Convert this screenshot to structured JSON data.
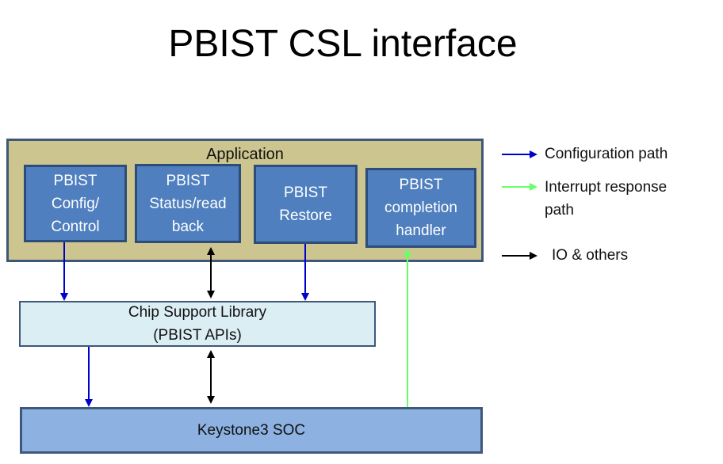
{
  "title": "PBIST CSL interface",
  "application": {
    "label": "Application",
    "modules": [
      {
        "lines": [
          "PBIST",
          "Config/",
          "Control"
        ]
      },
      {
        "lines": [
          "PBIST",
          "Status/read",
          "back"
        ]
      },
      {
        "lines": [
          "PBIST",
          "Restore"
        ]
      },
      {
        "lines": [
          "PBIST",
          "completion",
          "handler"
        ]
      }
    ]
  },
  "csl": {
    "line1": "Chip Support Library",
    "line2": "(PBIST APIs)"
  },
  "soc": {
    "label": "Keystone3 SOC"
  },
  "legend": [
    {
      "lines": [
        "Configuration path"
      ],
      "color": "#0000cc",
      "type": "single-arrow"
    },
    {
      "lines": [
        "Interrupt response",
        "path"
      ],
      "color": "#66ff66",
      "type": "single-arrow"
    },
    {
      "lines": [
        "IO & others"
      ],
      "color": "#000000",
      "type": "double-arrow"
    }
  ],
  "colors": {
    "configuration_path": "#0000cc",
    "interrupt_path": "#66ff66",
    "io_path": "#000000"
  }
}
